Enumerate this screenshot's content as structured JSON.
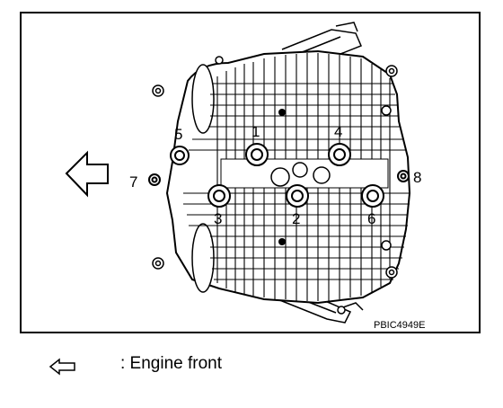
{
  "diagram": {
    "bolt_labels": [
      "1",
      "2",
      "3",
      "4",
      "5",
      "6",
      "7",
      "8"
    ],
    "figure_code": "PBIC4949E"
  },
  "legend": {
    "arrow_icon": "arrow-left-outline-icon",
    "text": ": Engine front"
  },
  "colors": {
    "line": "#000000",
    "background": "#ffffff"
  }
}
